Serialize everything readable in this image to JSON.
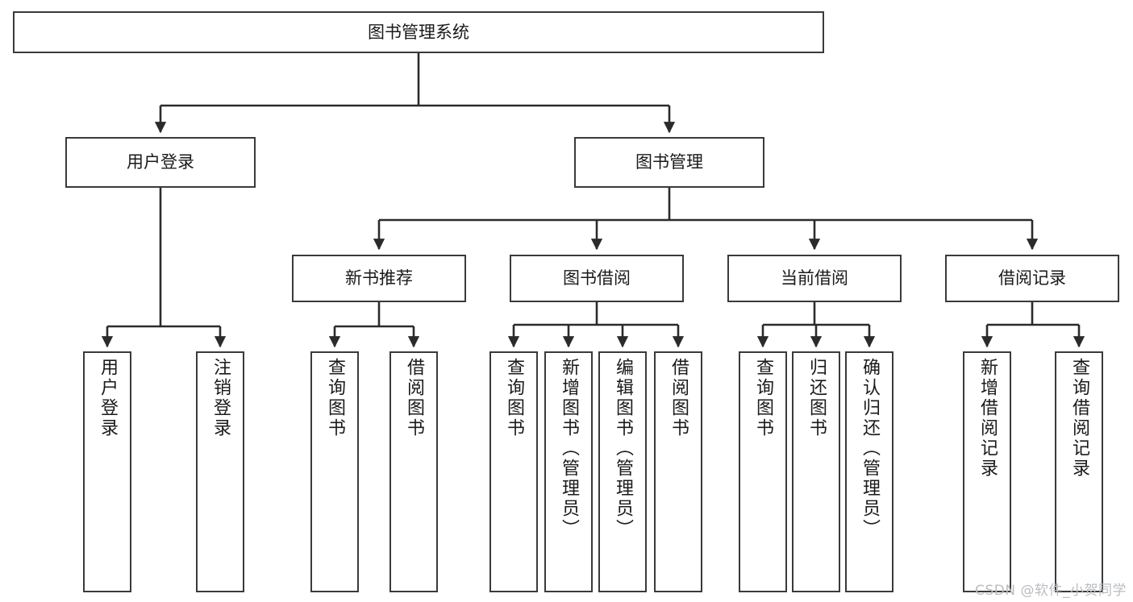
{
  "diagram": {
    "title": "图书管理系统",
    "watermark": "CSDN @软件_小贺同学",
    "colors": {
      "box_border": "#3a3a3a",
      "box_fill": "#ffffff",
      "connector": "#2b2b2b",
      "text": "#1a1a1a",
      "watermark": "#b9bdc2"
    },
    "nodes": {
      "root": {
        "label": "图书管理系统"
      },
      "level2": [
        {
          "label": "用户登录"
        },
        {
          "label": "图书管理"
        }
      ],
      "level3": [
        {
          "label": "新书推荐"
        },
        {
          "label": "图书借阅"
        },
        {
          "label": "当前借阅"
        },
        {
          "label": "借阅记录"
        }
      ],
      "leaves": {
        "user_login": [
          {
            "label": "用户登录"
          },
          {
            "label": "注销登录"
          }
        ],
        "new_book_recommend": [
          {
            "label": "查询图书"
          },
          {
            "label": "借阅图书"
          }
        ],
        "book_borrow": [
          {
            "label": "查询图书"
          },
          {
            "label": "新增图书（管理员）"
          },
          {
            "label": "编辑图书（管理员）"
          },
          {
            "label": "借阅图书"
          }
        ],
        "current_borrow": [
          {
            "label": "查询图书"
          },
          {
            "label": "归还图书"
          },
          {
            "label": "确认归还（管理员）"
          }
        ],
        "borrow_record": [
          {
            "label": "新增借阅记录"
          },
          {
            "label": "查询借阅记录"
          }
        ]
      }
    }
  }
}
